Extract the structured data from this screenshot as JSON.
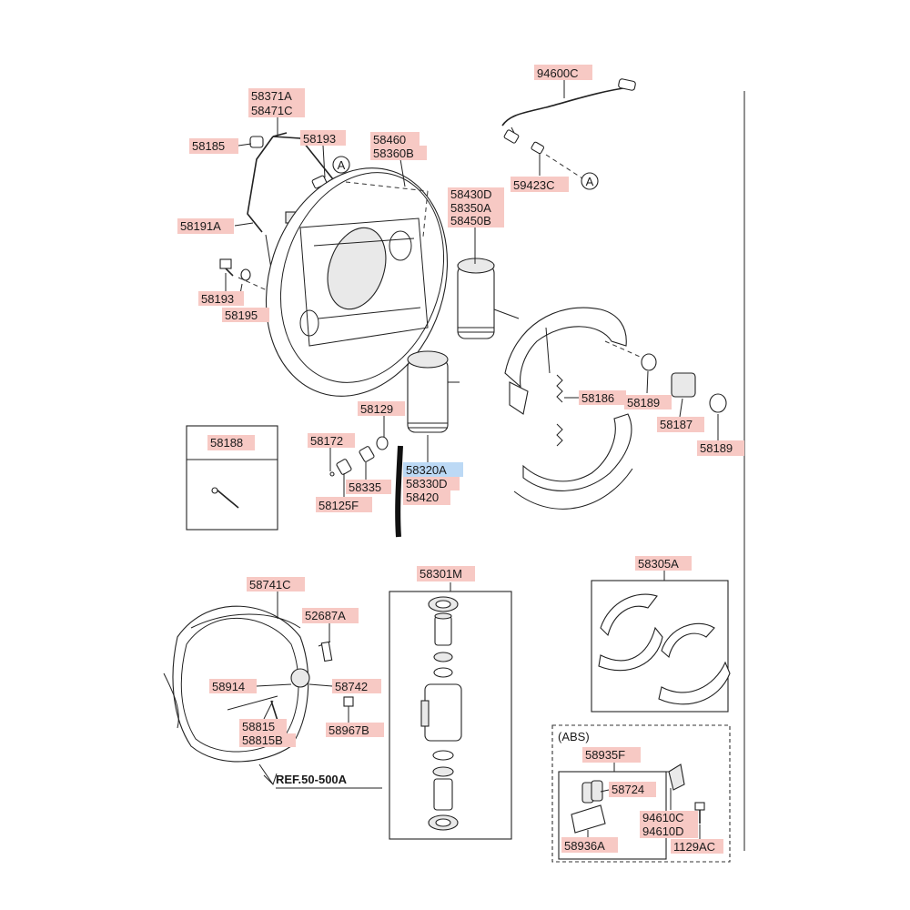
{
  "labels": {
    "l94600C": "94600C",
    "l58371A": "58371A",
    "l58471C": "58471C",
    "l58185": "58185",
    "l58193a": "58193",
    "l58460": "58460",
    "l58360B": "58360B",
    "l59423C": "59423C",
    "l58430D": "58430D",
    "l58350A": "58350A",
    "l58450B": "58450B",
    "l58191A": "58191A",
    "l58193b": "58193",
    "l58195": "58195",
    "l58129": "58129",
    "l58186": "58186",
    "l58189a": "58189",
    "l58187": "58187",
    "l58189b": "58189",
    "l58188": "58188",
    "l58172": "58172",
    "l58320A": "58320A",
    "l58330D": "58330D",
    "l58420": "58420",
    "l58335": "58335",
    "l58125F": "58125F",
    "l58741C": "58741C",
    "l58301M": "58301M",
    "l58305A": "58305A",
    "l52687A": "52687A",
    "l58914": "58914",
    "l58742": "58742",
    "l58815": "58815",
    "l58815B": "58815B",
    "l58967B": "58967B",
    "lREF": "REF.50-500A",
    "lABS": "(ABS)",
    "l58935F": "58935F",
    "l58724": "58724",
    "l94610C": "94610C",
    "l94610D": "94610D",
    "l58936A": "58936A",
    "l1129": "1129AC"
  },
  "markers": {
    "circleA1": "A",
    "circleA2": "A"
  },
  "colors": {
    "label_highlight": "#f7c9c4",
    "selected_highlight": "#bcd9f5"
  }
}
